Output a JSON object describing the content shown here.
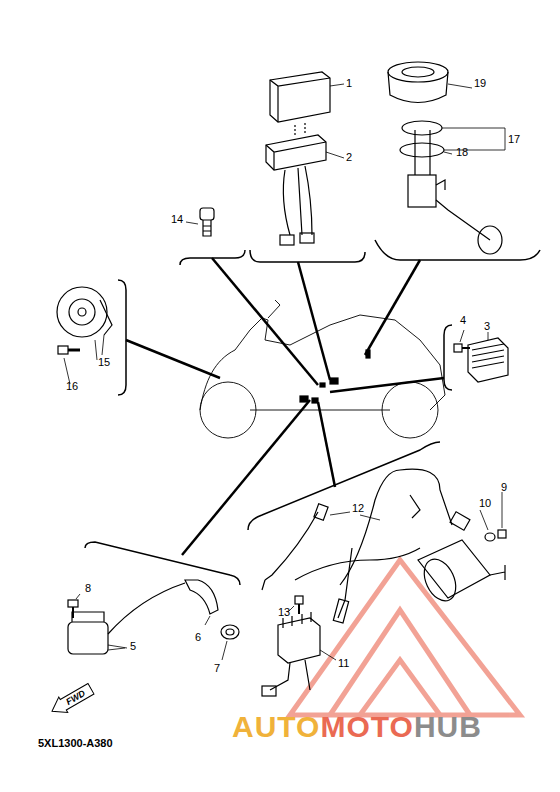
{
  "diagram": {
    "nodes": [
      {
        "text": [
          "FWD"
        ]
      }
    ],
    "edges": [],
    "labels": [
      "1",
      "19",
      "17",
      "18",
      "2",
      "14",
      "4",
      "3",
      "15",
      "16",
      "9",
      "10",
      "12",
      "8",
      "13",
      "6",
      "5",
      "7",
      "11",
      "5XL1300-A380",
      "AUTO",
      "MOTO",
      "HUB"
    ]
  }
}
